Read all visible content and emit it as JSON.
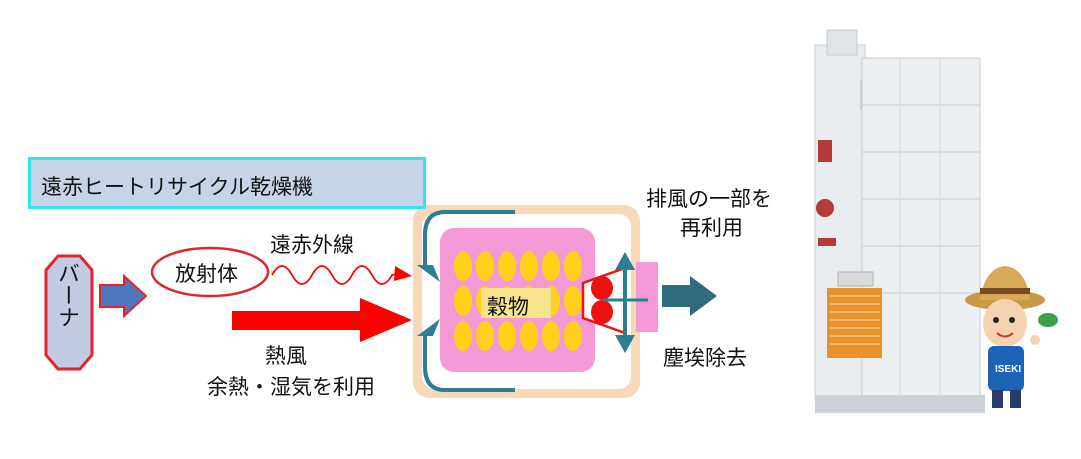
{
  "title": "遠赤ヒートリサイクル乾燥機",
  "burner": "バーナ",
  "radiator": "放射体",
  "far_infrared": "遠赤外線",
  "hot_air": "熱風",
  "waste_heat": "余熱・湿気を利用",
  "grain": "穀物",
  "exhaust_reuse_line1": "排風の一部を",
  "exhaust_reuse_line2": "再利用",
  "dust_removal": "塵埃除去",
  "machine_label": "ISEKI",
  "colors": {
    "burner_fill": "#c3cbe2",
    "burner_border": "#e0262d",
    "red_arrow": "#ff0000",
    "blue_arrow": "#4f77c0",
    "teal_arrow": "#2e7d94",
    "chamber_outer": "#f8d8b7",
    "chamber_inner": "#f59ad6",
    "grain_yellow": "#ffd11a",
    "fan_red": "#ee1111",
    "title_bg": "#c7d3e6",
    "title_border": "#35e4ea"
  }
}
